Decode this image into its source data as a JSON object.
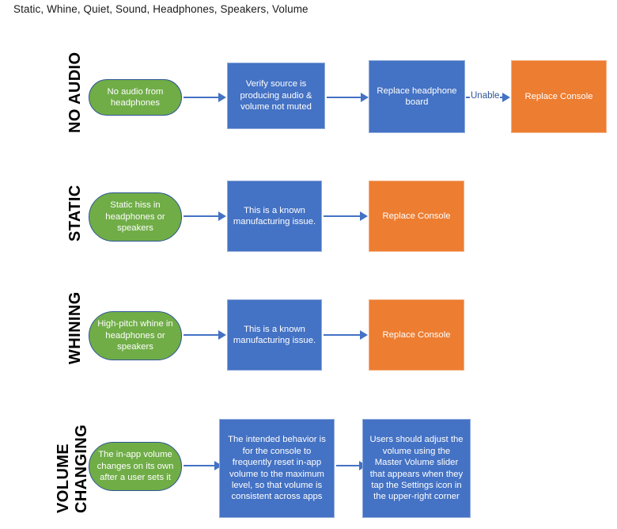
{
  "page": {
    "title": "Static, Whine, Quiet, Sound, Headphones, Speakers, Volume"
  },
  "colors": {
    "start_fill": "#70AD47",
    "start_border": "#2F5597",
    "step_fill": "#4472C4",
    "step_border": "#8FAADC",
    "terminal_fill": "#ED7D31",
    "terminal_border": "#F3B183",
    "connector": "#4472C4",
    "connector_label_text": "#2F5597",
    "background": "#FFFFFF",
    "title_text": "#1A1A1A"
  },
  "rows": [
    {
      "label": "NO AUDIO",
      "nodes": [
        {
          "kind": "start",
          "text": "No audio from headphones"
        },
        {
          "kind": "step",
          "text": "Verify source is producing audio & volume not muted"
        },
        {
          "kind": "step",
          "text": "Replace headphone board"
        },
        {
          "kind": "terminal",
          "text": "Replace Console"
        }
      ],
      "connector_labels": [
        "",
        "",
        "Unable"
      ]
    },
    {
      "label": "STATIC",
      "nodes": [
        {
          "kind": "start",
          "text": "Static hiss in headphones or speakers"
        },
        {
          "kind": "step",
          "text": "This is a known manufacturing issue."
        },
        {
          "kind": "terminal",
          "text": "Replace Console"
        }
      ],
      "connector_labels": [
        "",
        ""
      ]
    },
    {
      "label": "WHINING",
      "nodes": [
        {
          "kind": "start",
          "text": "High-pitch whine in headphones or speakers"
        },
        {
          "kind": "step",
          "text": "This is a known manufacturing issue."
        },
        {
          "kind": "terminal",
          "text": "Replace Console"
        }
      ],
      "connector_labels": [
        "",
        ""
      ]
    },
    {
      "label": "VOLUME CHANGING",
      "label_lines": [
        "VOLUME",
        "CHANGING"
      ],
      "nodes": [
        {
          "kind": "start",
          "text": "The in-app volume changes on its own after a user sets it"
        },
        {
          "kind": "step",
          "text": "The intended behavior is for the console to frequently reset in-app volume to the maximum level, so that volume is consistent across apps"
        },
        {
          "kind": "step",
          "text": "Users should adjust the volume using the Master Volume slider that appears when they tap the Settings icon in the upper-right corner"
        }
      ],
      "connector_labels": [
        "",
        ""
      ]
    }
  ]
}
